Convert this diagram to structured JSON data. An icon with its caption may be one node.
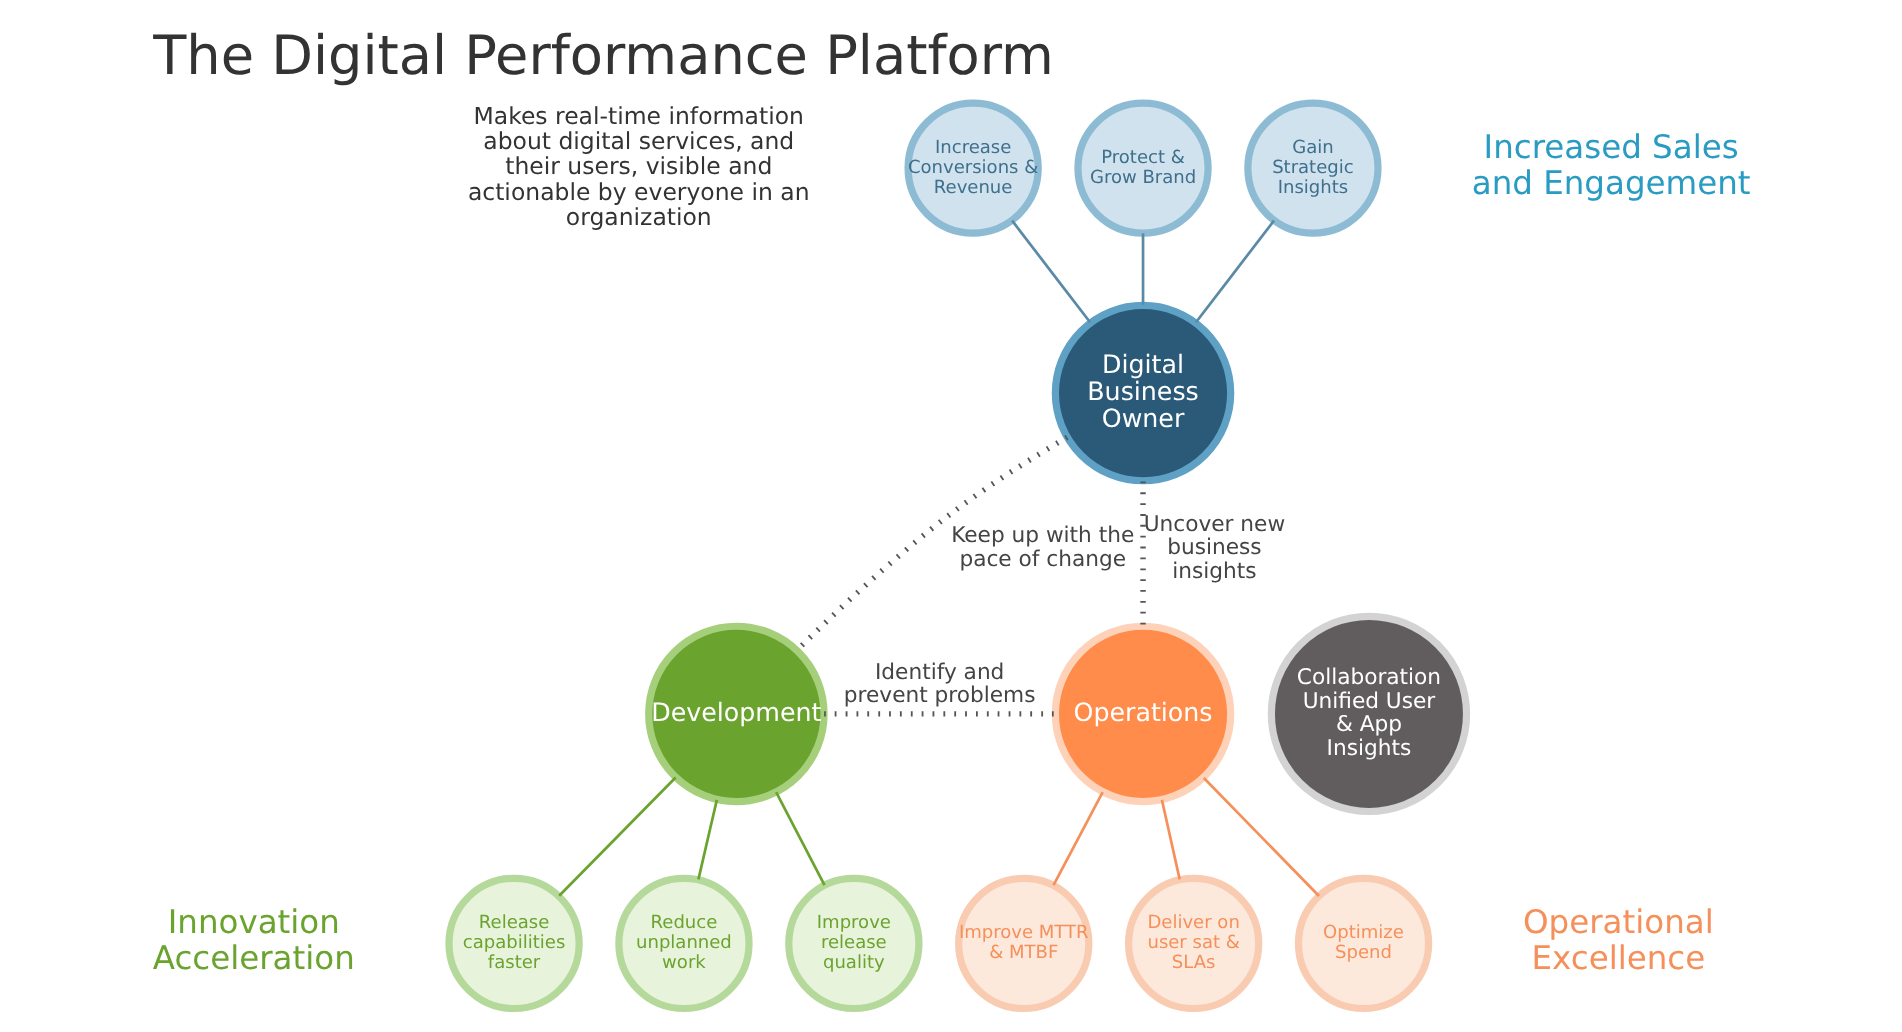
{
  "diagram": {
    "title": "The Digital Performance Platform",
    "nodes": [
      {
        "text": [
          "Digital Business Owner"
        ]
      },
      {
        "text": [
          "Increase Conversions & Revenue"
        ]
      },
      {
        "text": [
          "Protect & Grow Brand"
        ]
      },
      {
        "text": [
          "Gain Strategic Insights"
        ]
      },
      {
        "text": [
          "Development"
        ]
      },
      {
        "text": [
          "Release capabilities faster"
        ]
      },
      {
        "text": [
          "Reduce unplanned work"
        ]
      },
      {
        "text": [
          "Improve release quality"
        ]
      },
      {
        "text": [
          "Operations"
        ]
      },
      {
        "text": [
          "Improve MTTR & MTBF"
        ]
      },
      {
        "text": [
          "Deliver on user sat & SLAs"
        ]
      },
      {
        "text": [
          "Optimize Spend"
        ]
      },
      {
        "text": [
          "Collaboration",
          "Unified User & App Insights"
        ]
      }
    ],
    "edges": [
      {
        "from": 1,
        "to": 0,
        "arrow": "none",
        "color": "#5b8aa6"
      },
      {
        "from": 2,
        "to": 0,
        "arrow": "none",
        "color": "#5b8aa6"
      },
      {
        "from": 3,
        "to": 0,
        "arrow": "none",
        "color": "#5b8aa6"
      },
      {
        "from": 0,
        "to": 4,
        "arrow": "none",
        "style": "dashed",
        "color": "#555555",
        "label": "Keep up with the pace of change"
      },
      {
        "from": 0,
        "to": 8,
        "arrow": "none",
        "style": "dashed",
        "color": "#555555",
        "label": "Uncover new business insights"
      },
      {
        "from": 4,
        "to": 8,
        "arrow": "none",
        "style": "dashed",
        "color": "#555555",
        "label": "Identify and prevent problems"
      },
      {
        "from": 4,
        "to": 5,
        "arrow": "none",
        "color": "#6aa32e"
      },
      {
        "from": 4,
        "to": 6,
        "arrow": "none",
        "color": "#6aa32e"
      },
      {
        "from": 4,
        "to": 7,
        "arrow": "none",
        "color": "#6aa32e"
      },
      {
        "from": 8,
        "to": 9,
        "arrow": "none",
        "color": "#f5905a"
      },
      {
        "from": 8,
        "to": 10,
        "arrow": "none",
        "color": "#f5905a"
      },
      {
        "from": 8,
        "to": 11,
        "arrow": "none",
        "color": "#f5905a"
      }
    ],
    "labels": [
      "Makes real-time information about digital services, and their users, visible and actionable by everyone in an organization",
      "Increased Sales and Engagement",
      "Innovation Acceleration",
      "Operational Excellence"
    ]
  }
}
